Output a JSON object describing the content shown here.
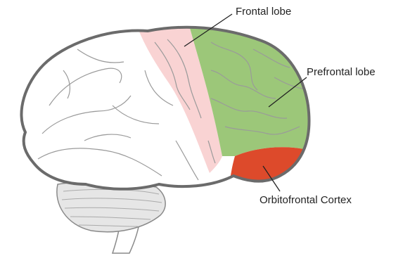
{
  "labels": {
    "frontal_lobe": "Frontal lobe",
    "prefrontal_lobe": "Prefrontal lobe",
    "orbitofrontal_cortex": "Orbitofrontal Cortex"
  },
  "colors": {
    "frontal_lobe_fill": "#f9d3d3",
    "prefrontal_lobe_fill": "#9cc779",
    "orbitofrontal_cortex_fill": "#dd4a2b",
    "brain_outline": "#6b6b6b",
    "cerebellum_fill": "#e6e6e6"
  }
}
